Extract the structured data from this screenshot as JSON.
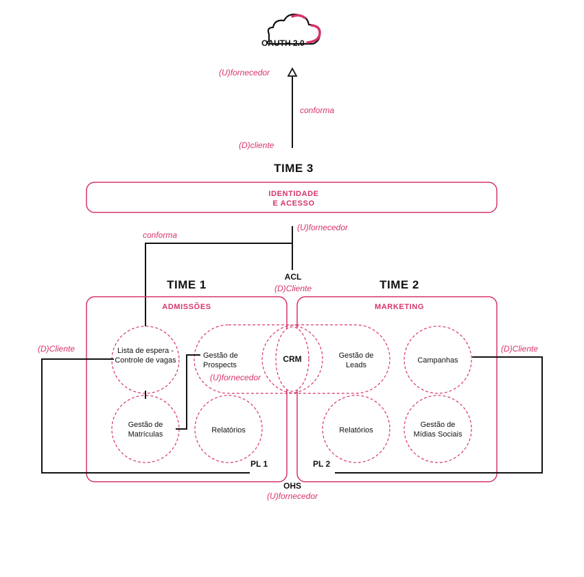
{
  "colors": {
    "accent": "#d6336c",
    "line": "#111111"
  },
  "top": {
    "cloud_icon": "cloud-icon",
    "oauth_label": "OAUTH 2.0",
    "supplier_role": "(U)fornecedor",
    "relation": "conforma",
    "client_role": "(D)cliente"
  },
  "team3": {
    "title": "TIME 3",
    "context_line1": "IDENTIDADE",
    "context_line2": "E ACESSO"
  },
  "acl": {
    "supplier_role": "(U)fornecedor",
    "relation": "conforma",
    "label": "ACL",
    "client_role": "(D)Cliente"
  },
  "team1": {
    "title": "TIME 1",
    "context": "ADMISSÕES",
    "modules": {
      "waitlist": "Lista de espera - Controle de vagas",
      "prospects": "Gestão de Prospects",
      "prospects_role": "(U)fornecedor",
      "enrollments": "Gestão de Matrículas",
      "reports": "Relatórios"
    },
    "pl_label": "PL 1",
    "client_role": "(D)Cliente"
  },
  "shared": {
    "crm": "CRM"
  },
  "team2": {
    "title": "TIME 2",
    "context": "MARKETING",
    "modules": {
      "leads": "Gestão de Leads",
      "campaigns": "Campanhas",
      "reports": "Relatórios",
      "social": "Gestão de Mídias Sociais"
    },
    "pl_label": "PL 2",
    "client_role": "(D)Cliente"
  },
  "ohs": {
    "label": "OHS",
    "supplier_role": "(U)fornecedor"
  }
}
